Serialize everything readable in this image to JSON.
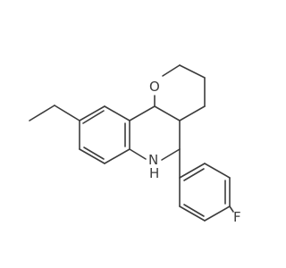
{
  "molecule": {
    "atoms": {
      "oxygen": "O",
      "nitrogen": "N",
      "nitrogen_h": "H",
      "fluorine": "F"
    },
    "colors": {
      "bond": "#3c3c3c",
      "text": "#3c3c3c",
      "background": "#ffffff"
    }
  }
}
